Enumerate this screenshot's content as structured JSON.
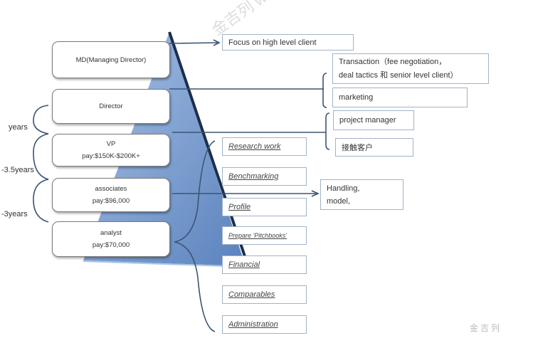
{
  "watermark": "金吉列 www.jjl.cn",
  "logo": "金吉列",
  "colors": {
    "pyramid": "#6d93c9",
    "pyramid_edge": "#1c2f4a",
    "line": "#3b5573"
  },
  "levels": [
    {
      "title": "MD(Managing Director)",
      "pay": ""
    },
    {
      "title": "Director",
      "pay": ""
    },
    {
      "title": "VP",
      "pay": "pay:$150K-$200K+"
    },
    {
      "title": "associates",
      "pay": "pay:$96,000"
    },
    {
      "title": "analyst",
      "pay": "pay:$70,000"
    }
  ],
  "durations": [
    "years",
    "-3.5years",
    "-3years"
  ],
  "responsibilities": {
    "md": "Focus on high level client",
    "director_1a": "Transaction（fee negotiation，",
    "director_1b": "deal tactics 和 senior level client）",
    "director_2": "marketing",
    "vp_1": "project manager",
    "vp_2": "接触客户",
    "associates_a": "Handling,",
    "associates_b": "model,"
  },
  "analyst_tasks": [
    "Research work",
    "Benchmarking",
    "Profile",
    "Prepare 'Pitchbooks'",
    "Financial",
    "Comparables",
    "Administration"
  ]
}
